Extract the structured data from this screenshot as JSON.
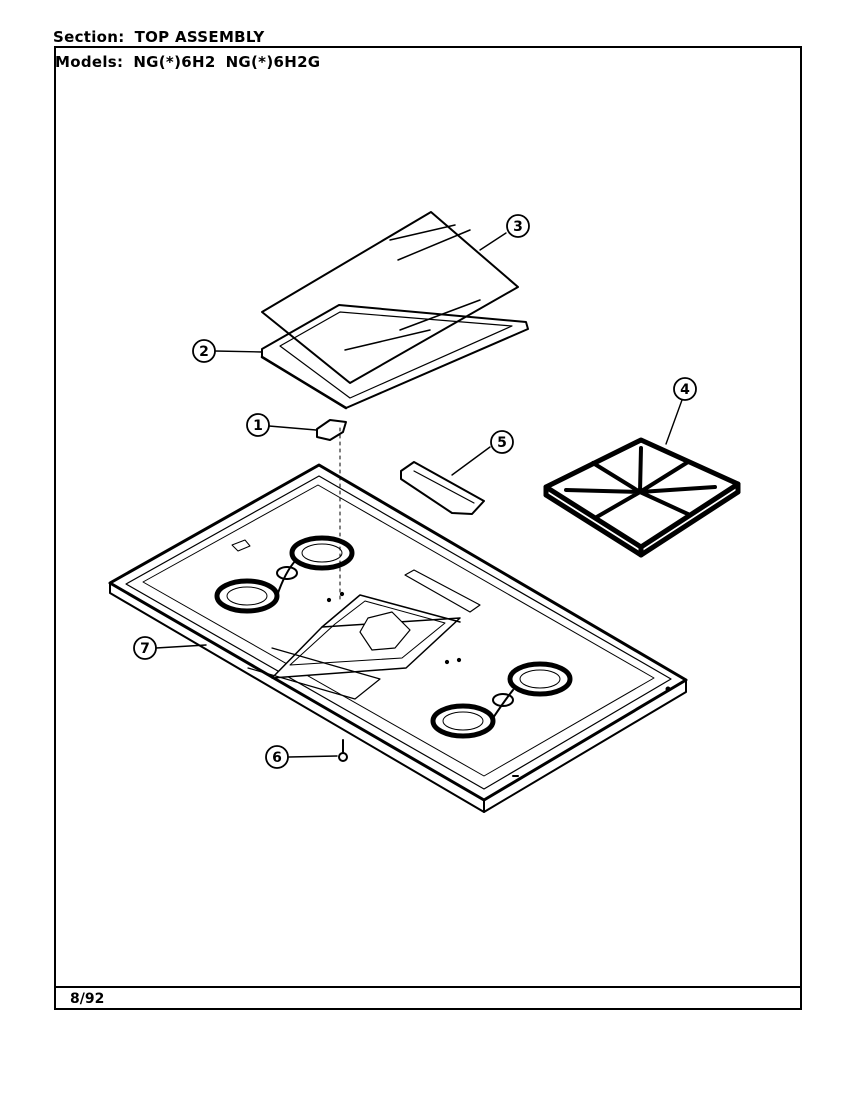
{
  "header": {
    "section_label": "Section:",
    "section_value": "TOP ASSEMBLY",
    "models_label": "Models:",
    "models": [
      "NG(*)6H2",
      "NG(*)6H2G"
    ]
  },
  "callouts": [
    "1",
    "2",
    "3",
    "4",
    "5",
    "6",
    "7"
  ],
  "footer": {
    "date_code": "8/92"
  }
}
